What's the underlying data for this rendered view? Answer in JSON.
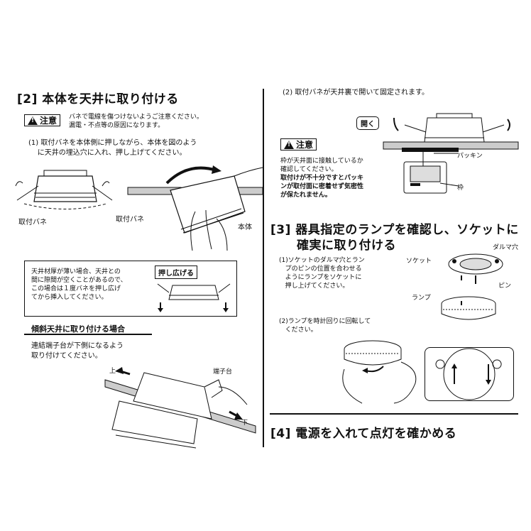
{
  "section2": {
    "heading": "[2] 本体を天井に取り付ける",
    "caution_label": "注意",
    "caution_text": "バネで電線を傷つけないようご注意ください。\n漏電・不点等の原因になります。",
    "step1_text": "(1) 取付バネを本体側に押しながら、本体を図のよう\n    に天井の埋込穴に入れ、押し上げてください。",
    "label_spring_left": "取付バネ",
    "label_spring_center": "取付バネ",
    "label_body": "本体",
    "thin_ceiling_text": "天井材厚が薄い場合、天井との\n間に隙間が空くことがあるので、\nこの場合は１度バネを押し広げ\nてから挿入してください。",
    "push_open_label": "押し広げる",
    "slanted_heading": "傾斜天井に取り付ける場合",
    "slanted_text": "連結端子台が下側になるよう\n取り付けてください。",
    "label_up": "上",
    "label_down": "下",
    "label_terminal": "端子台"
  },
  "right": {
    "step2_text": "(2) 取付バネが天井裏で開いて固定されます。",
    "open_label": "開く",
    "caution_label": "注意",
    "caution_text": "枠が天井面に接触しているか\n確認してください。",
    "caution_bold": "取付けが不十分ですとパッキ\nンが取付面に密着せず気密性\nが保たれません。",
    "label_packing": "パッキン",
    "label_frame": "枠"
  },
  "section3": {
    "heading_line1": "[3] 器具指定のランプを確認し、ソケットに",
    "heading_line2": "確実に取り付ける",
    "step1_text": "(1)ソケットのダルマ穴とラン\n   プのピンの位置を合わせる\n   ようにランプをソケットに\n   押し上げてください。",
    "label_socket": "ソケット",
    "label_daruma": "ダルマ穴",
    "label_pin": "ピン",
    "label_lamp": "ランプ",
    "step2_text": "(2)ランプを時計回りに回転して\n   ください。"
  },
  "section4": {
    "heading": "[4] 電源を入れて点灯を確かめる"
  }
}
